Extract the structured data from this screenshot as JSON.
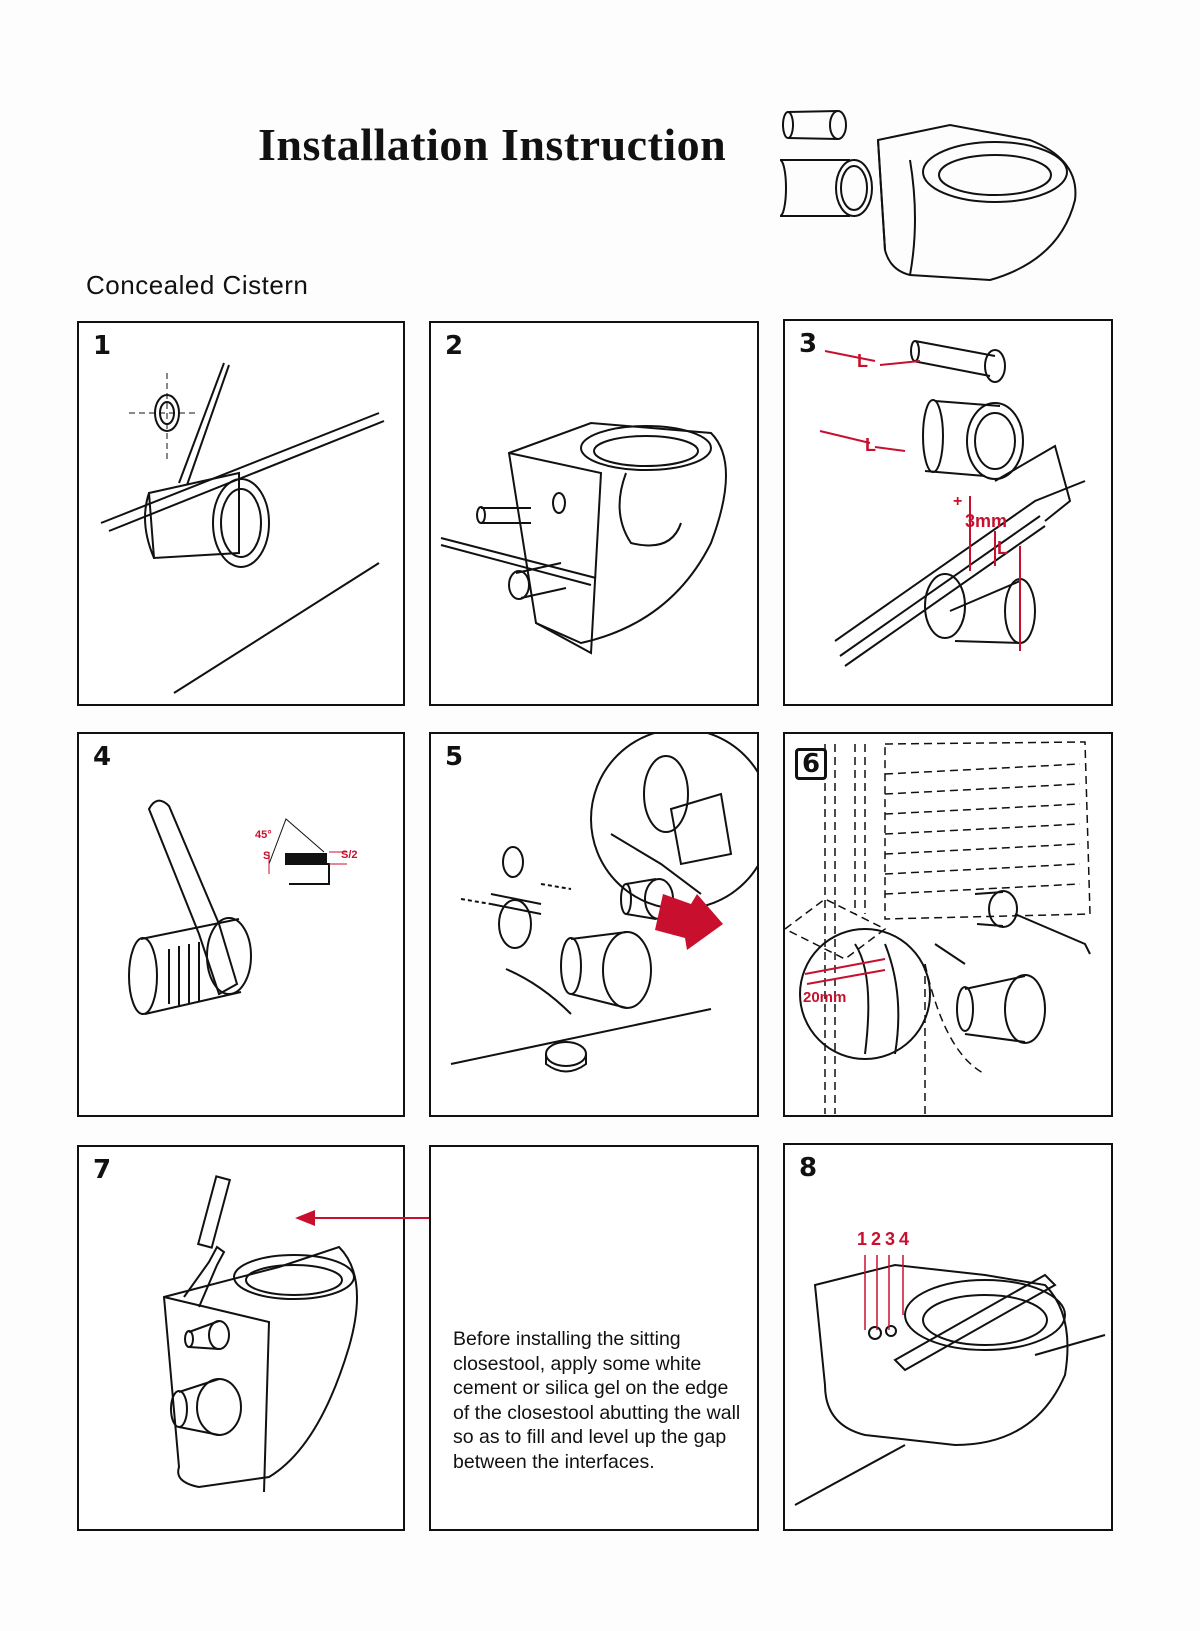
{
  "title": "Installation Instruction",
  "subtitle": "Concealed Cistern",
  "steps": [
    {
      "num": "1"
    },
    {
      "num": "2"
    },
    {
      "num": "3",
      "labels": [
        "L",
        "L",
        "+",
        "3mm",
        "L"
      ]
    },
    {
      "num": "4",
      "labels": [
        "45°",
        "S",
        "S/2"
      ]
    },
    {
      "num": "5"
    },
    {
      "num": "6",
      "labels": [
        "20mm"
      ]
    },
    {
      "num": "7"
    },
    {
      "num": "8",
      "labels": [
        "1",
        "2",
        "3",
        "4"
      ]
    }
  ],
  "note": "Before installing the sitting closestool, apply some white cement or silica gel on the edge of the closestool abutting the wall so as to fill and level up the gap between the interfaces.",
  "colors": {
    "accent": "#c8102e",
    "line": "#111111"
  }
}
